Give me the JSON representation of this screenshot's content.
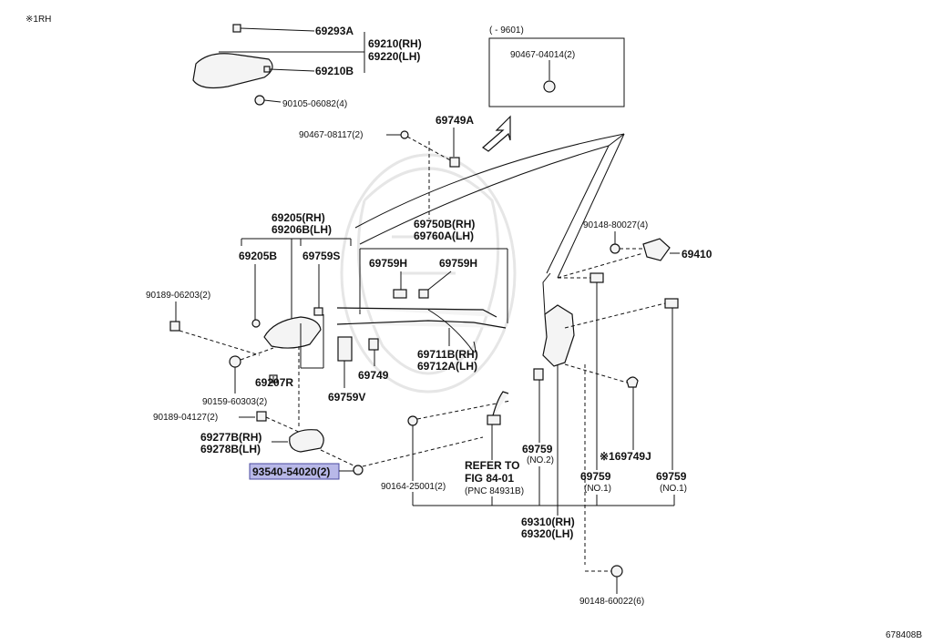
{
  "corner_note": "※1RH",
  "diagram_id": "678408B",
  "inset": {
    "header": "(   - 9601)",
    "part": "90467-04014(2)"
  },
  "labels": {
    "p69293A": "69293A",
    "p69210RH": "69210(RH)",
    "p69220LH": "69220(LH)",
    "p69210B": "69210B",
    "p90105": "90105-06082(4)",
    "p90467_08117": "90467-08117(2)",
    "p69749A": "69749A",
    "p69205RH": "69205(RH)",
    "p69206BLH": "69206B(LH)",
    "p69205B": "69205B",
    "p69759S": "69759S",
    "p69750BRH": "69750B(RH)",
    "p69760ALH": "69760A(LH)",
    "p69759H_a": "69759H",
    "p69759H_b": "69759H",
    "p90148_80027": "90148-80027(4)",
    "p69410": "69410",
    "p90189_06203": "90189-06203(2)",
    "p69711BRH": "69711B(RH)",
    "p69712ALH": "69712A(LH)",
    "p69749": "69749",
    "p69207R": "69207R",
    "p69759V": "69759V",
    "p90159": "90159-60303(2)",
    "p90189_04127": "90189-04127(2)",
    "p69277BRH": "69277B(RH)",
    "p69278BLH": "69278B(LH)",
    "p93540": "93540-54020(2)",
    "p90164": "90164-25001(2)",
    "refer_line1": "REFER TO",
    "refer_line2": "FIG 84-01",
    "refer_line3": "(PNC 84931B)",
    "p69759_no2": "69759",
    "no2": "(NO.2)",
    "p69749J": "※169749J",
    "p69759_no1a": "69759",
    "no1a": "(NO.1)",
    "p69759_no1b": "69759",
    "no1b": "(NO.1)",
    "p69310RH": "69310(RH)",
    "p69320LH": "69320(LH)",
    "p90148_60022": "90148-60022(6)"
  }
}
